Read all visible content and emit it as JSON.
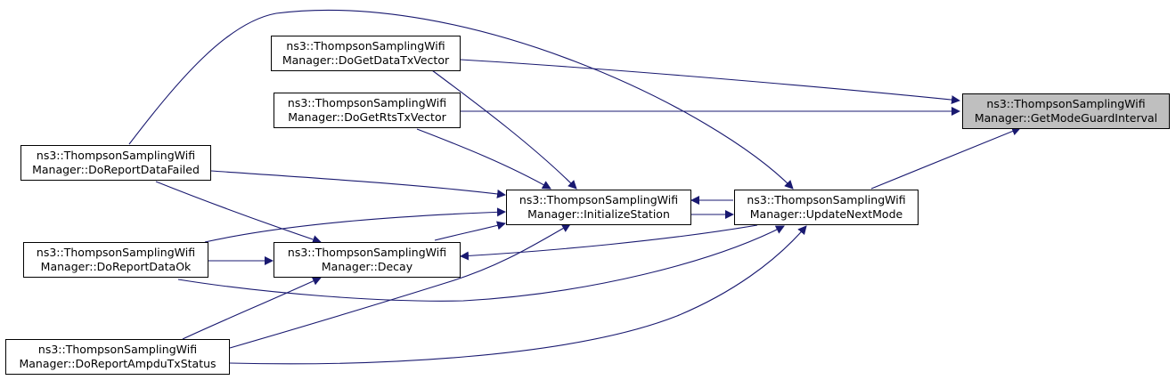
{
  "diagram": {
    "type": "call-graph",
    "edge_color": "#191970",
    "focus_fill": "#bfbfbf",
    "nodes": {
      "get_mode_guard_interval": {
        "line1": "ns3::ThompsonSamplingWifi",
        "line2": "Manager::GetModeGuardInterval"
      },
      "do_get_data_tx_vector": {
        "line1": "ns3::ThompsonSamplingWifi",
        "line2": "Manager::DoGetDataTxVector"
      },
      "do_get_rts_tx_vector": {
        "line1": "ns3::ThompsonSamplingWifi",
        "line2": "Manager::DoGetRtsTxVector"
      },
      "do_report_data_failed": {
        "line1": "ns3::ThompsonSamplingWifi",
        "line2": "Manager::DoReportDataFailed"
      },
      "initialize_station": {
        "line1": "ns3::ThompsonSamplingWifi",
        "line2": "Manager::InitializeStation"
      },
      "update_next_mode": {
        "line1": "ns3::ThompsonSamplingWifi",
        "line2": "Manager::UpdateNextMode"
      },
      "do_report_data_ok": {
        "line1": "ns3::ThompsonSamplingWifi",
        "line2": "Manager::DoReportDataOk"
      },
      "decay": {
        "line1": "ns3::ThompsonSamplingWifi",
        "line2": "Manager::Decay"
      },
      "do_report_ampdu_tx_status": {
        "line1": "ns3::ThompsonSamplingWifi",
        "line2": "Manager::DoReportAmpduTxStatus"
      }
    },
    "edges": [
      {
        "from": "do_get_data_tx_vector",
        "to": "get_mode_guard_interval"
      },
      {
        "from": "do_get_rts_tx_vector",
        "to": "get_mode_guard_interval"
      },
      {
        "from": "update_next_mode",
        "to": "get_mode_guard_interval"
      },
      {
        "from": "do_report_data_failed",
        "to": "update_next_mode"
      },
      {
        "from": "do_get_data_tx_vector",
        "to": "initialize_station"
      },
      {
        "from": "do_get_rts_tx_vector",
        "to": "initialize_station"
      },
      {
        "from": "do_report_data_failed",
        "to": "initialize_station"
      },
      {
        "from": "do_report_data_ok",
        "to": "initialize_station"
      },
      {
        "from": "do_report_ampdu_tx_status",
        "to": "initialize_station"
      },
      {
        "from": "decay",
        "to": "initialize_station"
      },
      {
        "from": "update_next_mode",
        "to": "initialize_station"
      },
      {
        "from": "initialize_station",
        "to": "update_next_mode"
      },
      {
        "from": "do_report_data_failed",
        "to": "decay"
      },
      {
        "from": "do_report_data_ok",
        "to": "decay"
      },
      {
        "from": "do_report_ampdu_tx_status",
        "to": "decay"
      },
      {
        "from": "update_next_mode",
        "to": "decay"
      },
      {
        "from": "do_report_data_ok",
        "to": "update_next_mode"
      },
      {
        "from": "do_report_ampdu_tx_status",
        "to": "update_next_mode"
      }
    ]
  }
}
